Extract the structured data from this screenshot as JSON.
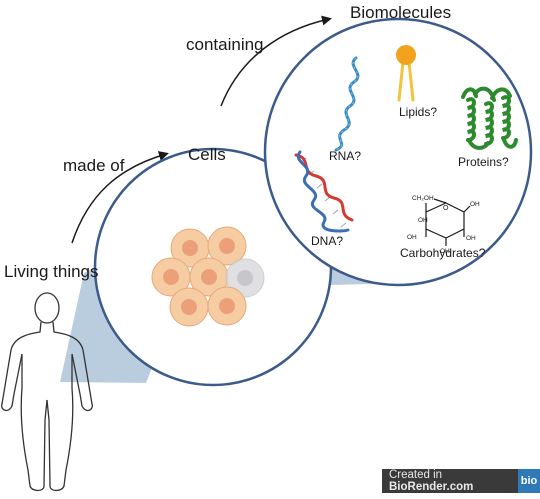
{
  "labels": {
    "living_things": "Living things",
    "made_of": "made of",
    "cells": "Cells",
    "containing": "containing",
    "biomolecules": "Biomolecules"
  },
  "molecules": {
    "rna": "RNA?",
    "lipids": "Lipids?",
    "proteins": "Proteins?",
    "dna": "DNA?",
    "carbohydrates": "Carbohydrates?"
  },
  "sugar_atoms": {
    "ch2oh": "CH₂OH",
    "o": "O",
    "oh": "OH"
  },
  "footer": {
    "created_in": "Created in ",
    "brand": "BioRender.com",
    "logo": "bio"
  },
  "colors": {
    "circle_stroke": "#3c5a8c",
    "zoom_wedge": "#b3c8dc",
    "cell_fill": "#f6cda3",
    "cell_nucleus": "#eba07a",
    "rna": "#3b8cc4",
    "lipid_head": "#f2a21c",
    "lipid_tail": "#f2c43a",
    "protein": "#2e8a2e",
    "dna_red": "#d43a32",
    "dna_blue": "#3a6eb5"
  }
}
